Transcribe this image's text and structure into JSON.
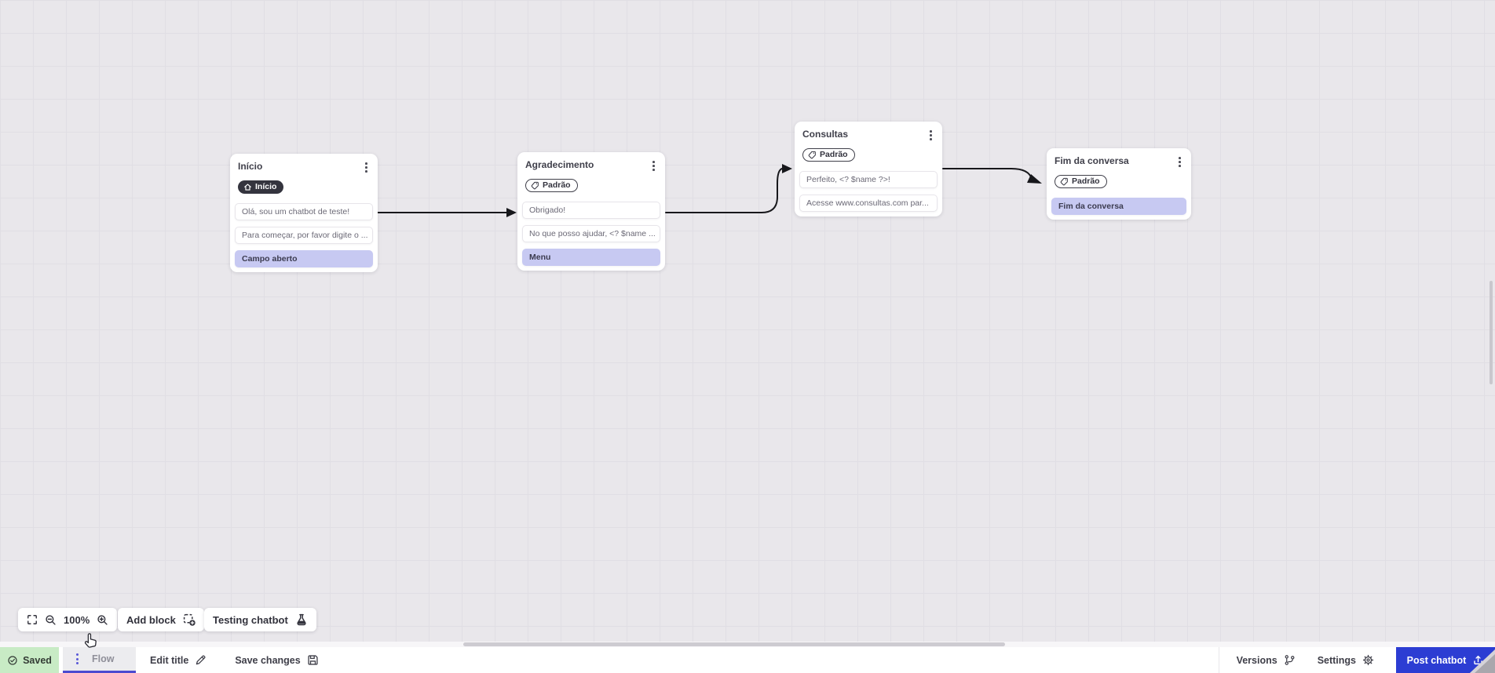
{
  "colors": {
    "accent_blue": "#2c3dd3",
    "highlight_lavender": "#c7c9f2",
    "saved_green_bg": "#c8ebc5",
    "badge_dark_bg": "#34343e",
    "canvas_bg": "#e9e7eb",
    "arrow_black": "#17171b",
    "flow_tab_underline": "#4b4ad0"
  },
  "canvas": {
    "nodes": [
      {
        "title": "Início",
        "badge_label": "Início",
        "rows": [
          {
            "text": "Olá, sou um chatbot de teste!"
          },
          {
            "text": "Para começar, por favor digite o ..."
          },
          {
            "text": "Campo aberto",
            "highlighted": true
          }
        ]
      },
      {
        "title": "Agradecimento",
        "badge_label": "Padrão",
        "rows": [
          {
            "text": "Obrigado!"
          },
          {
            "text": "No que posso ajudar, <? $name ..."
          },
          {
            "text": "Menu",
            "highlighted": true
          }
        ]
      },
      {
        "title": "Consultas",
        "badge_label": "Padrão",
        "rows": [
          {
            "text": "Perfeito, <? $name ?>!"
          },
          {
            "text": "Acesse www.consultas.com par..."
          }
        ]
      },
      {
        "title": "Fim da conversa",
        "badge_label": "Padrão",
        "rows": [
          {
            "text": "Fim da conversa",
            "highlighted": true
          }
        ]
      }
    ]
  },
  "toolbar": {
    "zoom_level": "100%",
    "add_block": "Add block",
    "testing_chatbot": "Testing chatbot"
  },
  "statusbar": {
    "saved": "Saved",
    "flow_tab": "Flow",
    "edit_title": "Edit title",
    "save_changes": "Save changes",
    "versions": "Versions",
    "settings": "Settings",
    "post_chatbot": "Post chatbot"
  }
}
